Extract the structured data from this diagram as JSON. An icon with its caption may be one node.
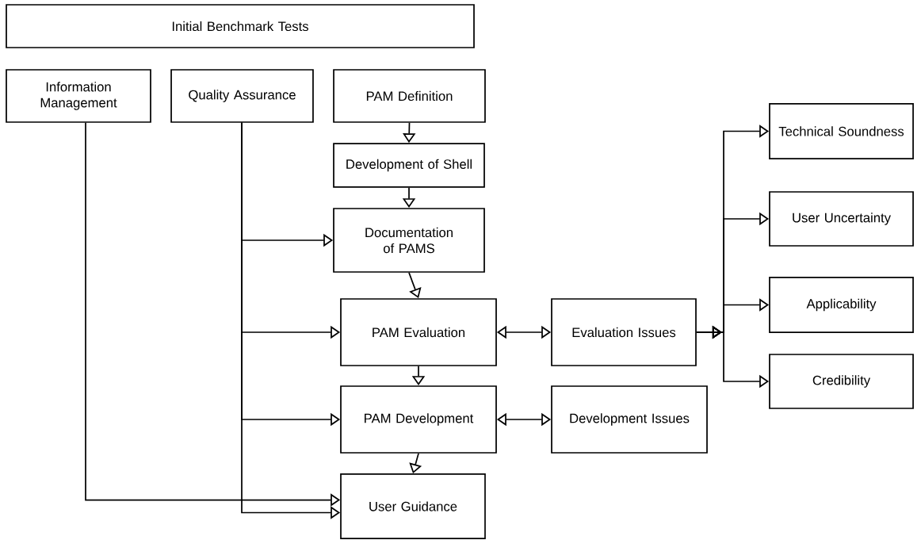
{
  "diagram": {
    "nodes": [
      {
        "text": [
          "Initial Benchmark Tests"
        ]
      },
      {
        "text": [
          "Information Management"
        ]
      },
      {
        "text": [
          "Quality Assurance"
        ]
      },
      {
        "text": [
          "PAM Definition"
        ]
      },
      {
        "text": [
          "Development of Shell"
        ]
      },
      {
        "text": [
          "Documentation of PAMS"
        ]
      },
      {
        "text": [
          "PAM Evaluation"
        ]
      },
      {
        "text": [
          "Evaluation Issues"
        ]
      },
      {
        "text": [
          "PAM Development"
        ]
      },
      {
        "text": [
          "Development Issues"
        ]
      },
      {
        "text": [
          "User Guidance"
        ]
      },
      {
        "text": [
          "Technical Soundness"
        ]
      },
      {
        "text": [
          "User Uncertainty"
        ]
      },
      {
        "text": [
          "Applicability"
        ]
      },
      {
        "text": [
          "Credibility"
        ]
      }
    ],
    "edges": [
      {
        "from": 3,
        "to": 4,
        "arrow": "to"
      },
      {
        "from": 4,
        "to": 5,
        "arrow": "to"
      },
      {
        "from": 5,
        "to": 6,
        "arrow": "to"
      },
      {
        "from": 6,
        "to": 8,
        "arrow": "to"
      },
      {
        "from": 8,
        "to": 10,
        "arrow": "to"
      },
      {
        "from": 6,
        "to": 7,
        "arrow": "both"
      },
      {
        "from": 8,
        "to": 9,
        "arrow": "both"
      },
      {
        "from": 2,
        "to": 5,
        "arrow": "to"
      },
      {
        "from": 2,
        "to": 6,
        "arrow": "to"
      },
      {
        "from": 2,
        "to": 8,
        "arrow": "to"
      },
      {
        "from": 2,
        "to": 10,
        "arrow": "to"
      },
      {
        "from": 1,
        "to": 10,
        "arrow": "to"
      },
      {
        "from": 7,
        "to": 11,
        "arrow": "to"
      },
      {
        "from": 7,
        "to": 12,
        "arrow": "to"
      },
      {
        "from": 7,
        "to": 13,
        "arrow": "to"
      },
      {
        "from": 7,
        "to": 14,
        "arrow": "to"
      }
    ]
  }
}
